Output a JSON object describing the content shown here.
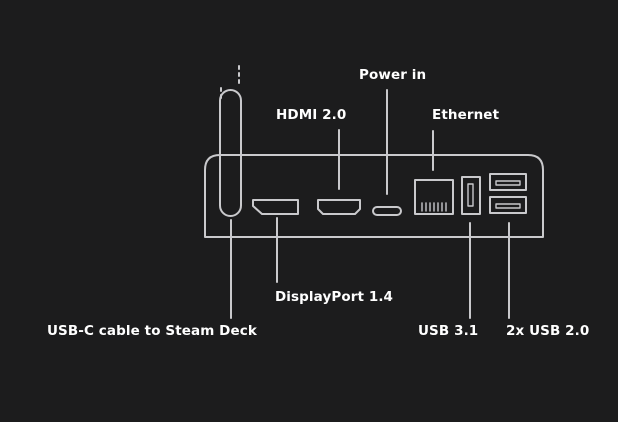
{
  "labels": {
    "power_in": "Power in",
    "hdmi": "HDMI 2.0",
    "ethernet": "Ethernet",
    "displayport": "DisplayPort 1.4",
    "usb_c_cable": "USB-C cable to Steam Deck",
    "usb_31": "USB 3.1",
    "usb_20": "2x USB 2.0"
  },
  "colors": {
    "background": "#1c1c1d",
    "line": "#c9c9cc",
    "label": "#ffffff"
  }
}
